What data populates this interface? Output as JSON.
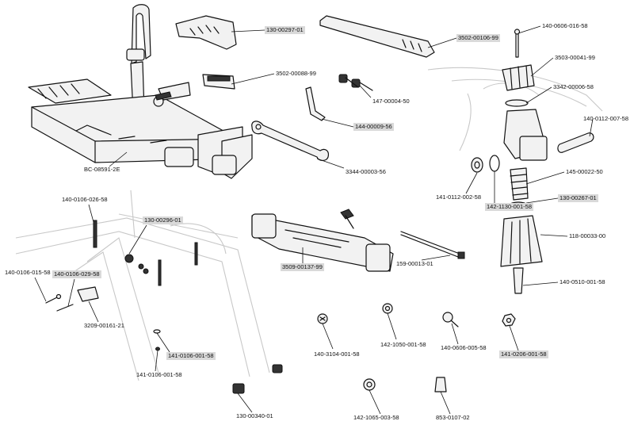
{
  "parts": [
    {
      "id": "130-00297-01",
      "label": "130-00297-01",
      "highlight": true
    },
    {
      "id": "3502-00106-99",
      "label": "3502-00106-99",
      "highlight": true
    },
    {
      "id": "140-0606-016-58",
      "label": "140-0606-016-58",
      "highlight": false
    },
    {
      "id": "3503-00041-99",
      "label": "3503-00041-99",
      "highlight": false
    },
    {
      "id": "3502-00088-99",
      "label": "3502-00088-99",
      "highlight": false
    },
    {
      "id": "3342-00006-58",
      "label": "3342-00006-58",
      "highlight": false
    },
    {
      "id": "147-00004-50",
      "label": "147-00004-50",
      "highlight": false
    },
    {
      "id": "140-0112-007-58",
      "label": "140-0112-007-58",
      "highlight": false
    },
    {
      "id": "144-00009-56",
      "label": "144-00009-56",
      "highlight": true
    },
    {
      "id": "BC-08591-2E",
      "label": "BC-08591-2E",
      "highlight": false
    },
    {
      "id": "3344-00003-56",
      "label": "3344-00003-56",
      "highlight": false
    },
    {
      "id": "145-00022-50",
      "label": "145-00022-50",
      "highlight": false
    },
    {
      "id": "141-0112-002-58",
      "label": "141-0112-002-58",
      "highlight": false
    },
    {
      "id": "130-00267-01",
      "label": "130-00267-01",
      "highlight": true
    },
    {
      "id": "142-1130-001-58",
      "label": "142-1130-001-58",
      "highlight": true
    },
    {
      "id": "140-0106-026-58",
      "label": "140-0106-026-58",
      "highlight": false
    },
    {
      "id": "130-00296-01",
      "label": "130-00296-01",
      "highlight": true
    },
    {
      "id": "118-00033-00",
      "label": "118-00033-00",
      "highlight": false
    },
    {
      "id": "3509-00137-99",
      "label": "3509-00137-99",
      "highlight": true
    },
    {
      "id": "159-00013-01",
      "label": "159-00013-01",
      "highlight": false
    },
    {
      "id": "140-0106-015-58",
      "label": "140-0106-015-58",
      "highlight": false
    },
    {
      "id": "140-0106-029-58",
      "label": "140-0106-029-58",
      "highlight": true
    },
    {
      "id": "140-0510-001-58",
      "label": "140-0510-001-58",
      "highlight": false
    },
    {
      "id": "3209-00161-21",
      "label": "3209-00161-21",
      "highlight": false
    },
    {
      "id": "140-3104-001-58",
      "label": "140-3104-001-58",
      "highlight": false
    },
    {
      "id": "142-1050-001-58",
      "label": "142-1050-001-58",
      "highlight": false
    },
    {
      "id": "140-0606-005-58",
      "label": "140-0606-005-58",
      "highlight": false
    },
    {
      "id": "141-0206-001-58",
      "label": "141-0206-001-58",
      "highlight": true
    },
    {
      "id": "141-0106-001-58-a",
      "label": "141-0106-001-58",
      "highlight": true
    },
    {
      "id": "141-0106-001-58-b",
      "label": "141-0106-001-58",
      "highlight": false
    },
    {
      "id": "130-00340-01",
      "label": "130-00340-01",
      "highlight": false
    },
    {
      "id": "142-1065-003-58",
      "label": "142-1065-003-58",
      "highlight": false
    },
    {
      "id": "853-0107-02",
      "label": "853-0107-02",
      "highlight": false
    }
  ]
}
